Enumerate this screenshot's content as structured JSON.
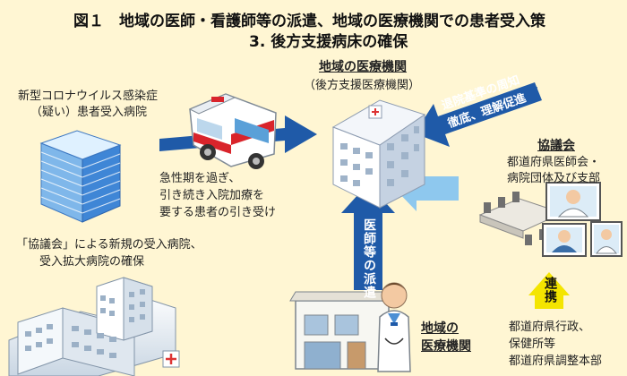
{
  "title": {
    "line1": "図１　地域の医師・看護師等の派遣、地域の医療機関での患者受入策",
    "line2": "3. 後方支援病床の確保"
  },
  "center_facility": {
    "name": "地域の医療機関",
    "sub": "（後方支援医療機関）"
  },
  "infection_hospital": {
    "line1": "新型コロナウイルス感染症",
    "line2": "（疑い）患者受入病院"
  },
  "transfer_note": {
    "line1": "急性期を過ぎ、",
    "line2": "引き続き入院加療を",
    "line3": "要する患者の引き受け"
  },
  "council_arrow": {
    "line1": "退院基準の周知",
    "line2": "徹底、理解促進"
  },
  "council": {
    "name": "協議会",
    "line1": "都道府県医師会・",
    "line2": "病院団体及び支部"
  },
  "new_hospital": {
    "line1": "「協議会」による新規の受入病院、",
    "line2": "受入拡大病院の確保"
  },
  "dispatch_arrow": {
    "label": "医師等の派遣"
  },
  "local_facility": {
    "line1": "地域の",
    "line2": "医療機関"
  },
  "coordination": {
    "label": "連携"
  },
  "admin": {
    "line1": "都道府県行政、",
    "line2": "保健所等",
    "line3": "都道府県調整本部"
  },
  "colors": {
    "background": "#fff6d3",
    "arrow_dark": "#1f5aa8",
    "arrow_light": "#8ec8ee",
    "arrow_yellow": "#f4e500"
  }
}
